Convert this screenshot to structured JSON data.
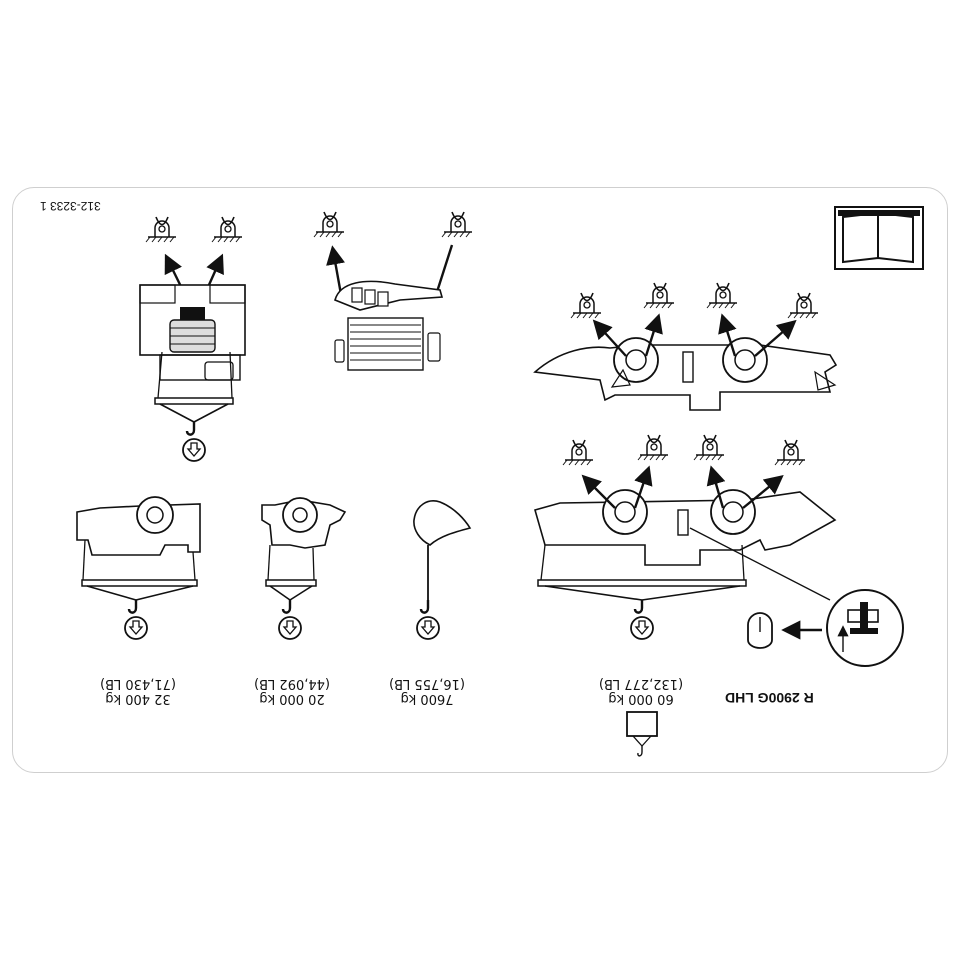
{
  "part_number": "312-3233 1",
  "model": "R 2900G LHD",
  "loads": [
    {
      "kg": "32 400 kg",
      "lb": "(71,430 LB)"
    },
    {
      "kg": "20 000 kg",
      "lb": "(44,092 LB)"
    },
    {
      "kg": "7600 kg",
      "lb": "(16,755 LB)"
    },
    {
      "kg": "60 000 kg",
      "lb": "(132,277 LB)"
    }
  ],
  "icons": [
    "manual-book-icon",
    "tie-down-anchor-icon",
    "lifting-hook-icon",
    "down-arrow-icon",
    "lift-point-detail-icon",
    "container-hook-icon"
  ],
  "colors": {
    "ink": "#111111",
    "border": "#cfcfcf"
  }
}
